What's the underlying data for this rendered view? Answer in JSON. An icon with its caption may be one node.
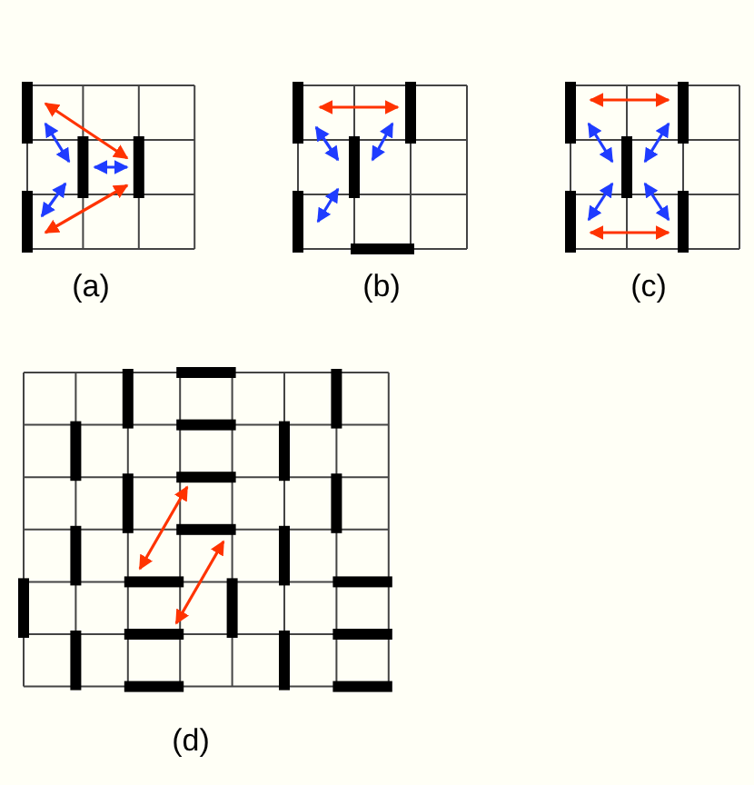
{
  "diagram": {
    "labels": [
      "(a)",
      "(b)",
      "(c)",
      "(d)"
    ]
  }
}
